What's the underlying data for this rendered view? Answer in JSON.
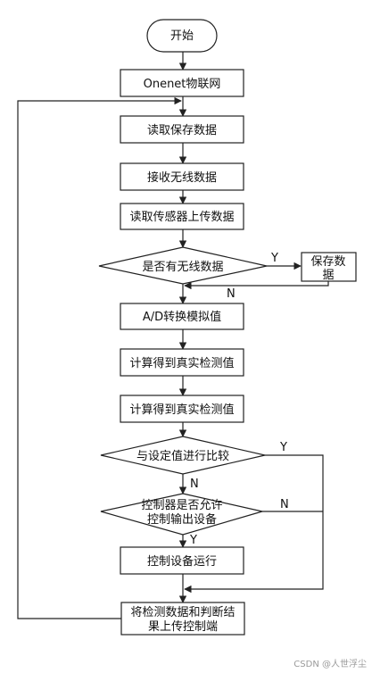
{
  "nodes": {
    "start": "开始",
    "onenet": "Onenet物联网",
    "read_saved": "读取保存数据",
    "receive_wireless": "接收无线数据",
    "read_sensor": "读取传感器上传数据",
    "has_wireless": "是否有无线数据",
    "save_data_line1": "保存数",
    "save_data_line2": "据",
    "ad_convert": "A/D转换模拟值",
    "calc_true_1": "计算得到真实检测值",
    "calc_true_2": "计算得到真实检测值",
    "compare_setting": "与设定值进行比较",
    "controller_allow_line1": "控制器是否允许",
    "controller_allow_line2": "控制输出设备",
    "device_run": "控制设备运行",
    "upload_line1": "将检测数据和判断结",
    "upload_line2": "果上传控制端"
  },
  "edge_labels": {
    "wireless_yes": "Y",
    "wireless_no": "N",
    "compare_yes": "Y",
    "compare_no": "N",
    "allow_yes": "Y",
    "allow_no": "N"
  },
  "watermark": "CSDN @人世浮尘"
}
